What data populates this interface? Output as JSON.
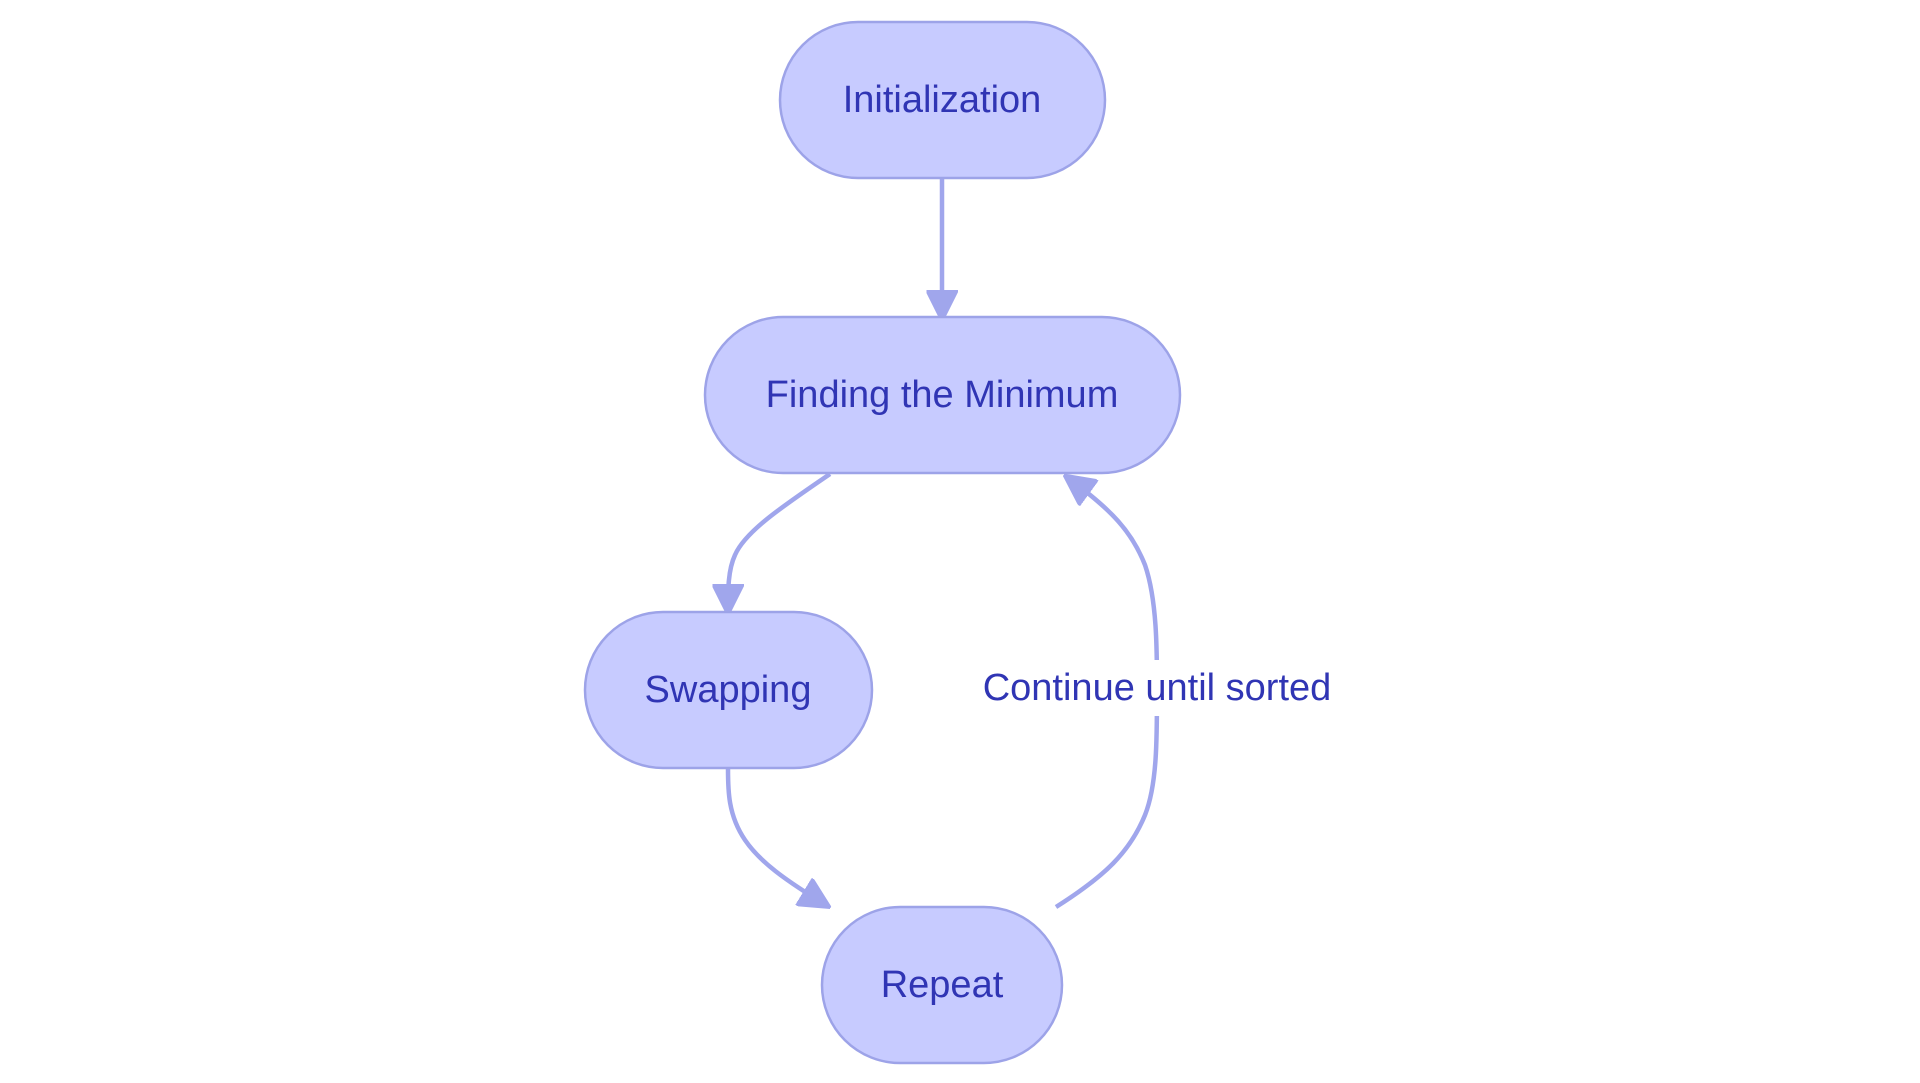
{
  "diagram": {
    "type": "flowchart",
    "direction": "top-down",
    "colors": {
      "node_fill": "#c7cbff",
      "node_border": "#9da3e8",
      "edge": "#a0a6ec",
      "text": "#3035b4",
      "background": "#ffffff"
    },
    "nodes": [
      {
        "id": "init",
        "label": "Initialization",
        "shape": "stadium"
      },
      {
        "id": "find",
        "label": "Finding the Minimum",
        "shape": "stadium"
      },
      {
        "id": "swap",
        "label": "Swapping",
        "shape": "stadium"
      },
      {
        "id": "repeat",
        "label": "Repeat",
        "shape": "stadium"
      }
    ],
    "edges": [
      {
        "id": "e1",
        "from": "init",
        "to": "find",
        "label": ""
      },
      {
        "id": "e2",
        "from": "find",
        "to": "swap",
        "label": ""
      },
      {
        "id": "e3",
        "from": "swap",
        "to": "repeat",
        "label": ""
      },
      {
        "id": "e4",
        "from": "repeat",
        "to": "find",
        "label": "Continue until sorted"
      }
    ]
  }
}
